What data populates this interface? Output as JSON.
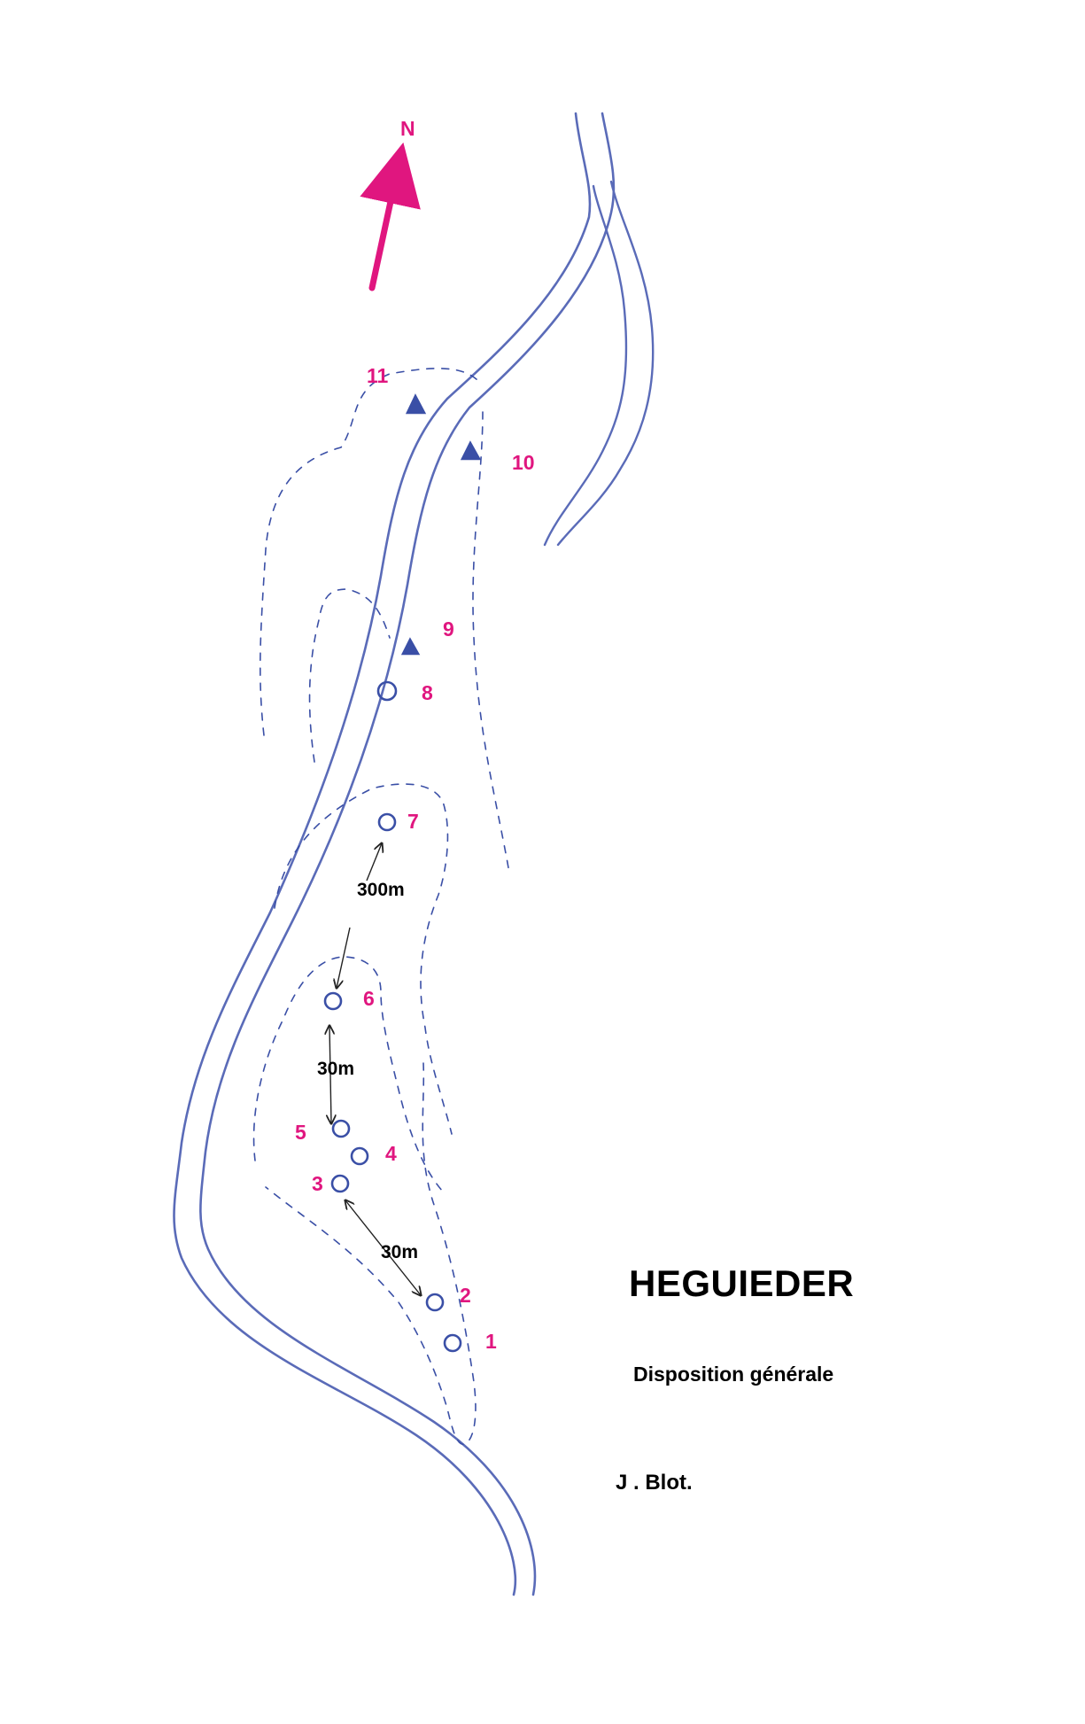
{
  "title": "HEGUIEDER",
  "subtitle": "Disposition générale",
  "author": "J . Blot.",
  "north_label": "N",
  "distances": {
    "d_7_6": "300m",
    "d_6_5": "30m",
    "d_3_2": "30m"
  },
  "colors": {
    "label": "#e0167f",
    "ink": "#3a4fa6",
    "river": "#5a6bb8",
    "text": "#000000"
  },
  "monuments": [
    {
      "number": "1",
      "symbol": "circle"
    },
    {
      "number": "2",
      "symbol": "circle"
    },
    {
      "number": "3",
      "symbol": "circle"
    },
    {
      "number": "4",
      "symbol": "circle"
    },
    {
      "number": "5",
      "symbol": "circle"
    },
    {
      "number": "6",
      "symbol": "circle"
    },
    {
      "number": "7",
      "symbol": "circle"
    },
    {
      "number": "8",
      "symbol": "circle"
    },
    {
      "number": "9",
      "symbol": "triangle"
    },
    {
      "number": "10",
      "symbol": "triangle"
    },
    {
      "number": "11",
      "symbol": "triangle"
    }
  ]
}
